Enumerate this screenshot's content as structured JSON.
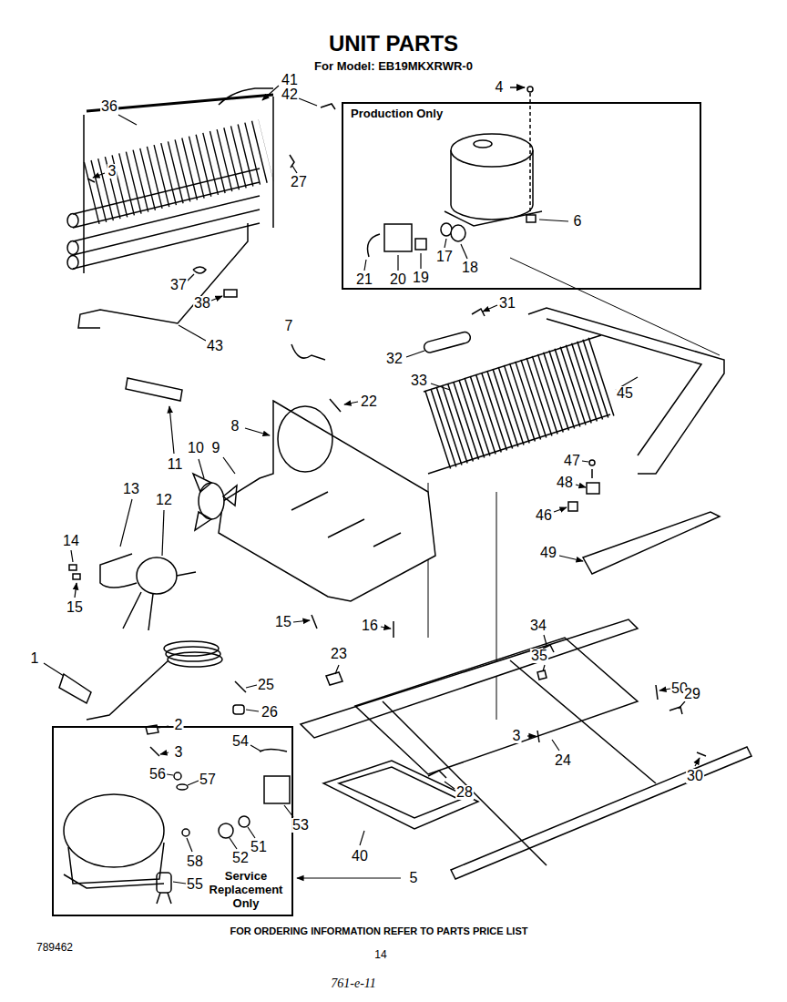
{
  "diagram": {
    "title": "UNIT PARTS",
    "nodes": [
      {
        "text": [
          "Production Only"
        ]
      },
      {
        "text": [
          "Service Replacement Only"
        ]
      }
    ],
    "labels": [
      "For Model: EB19MKXRWR-0",
      "36",
      "41",
      "42",
      "4",
      "3",
      "27",
      "6",
      "37",
      "38",
      "21",
      "20",
      "19",
      "17",
      "18",
      "31",
      "43",
      "7",
      "32",
      "33",
      "45",
      "22",
      "11",
      "8",
      "9",
      "10",
      "12",
      "13",
      "14",
      "15",
      "47",
      "48",
      "46",
      "49",
      "15",
      "16",
      "34",
      "35",
      "23",
      "25",
      "26",
      "1",
      "50",
      "29",
      "2",
      "3",
      "54",
      "3",
      "24",
      "56",
      "57",
      "28",
      "30",
      "53",
      "51",
      "58",
      "52",
      "40",
      "55",
      "5",
      "FOR ORDERING INFORMATION REFER TO PARTS PRICE LIST",
      "789462",
      "14",
      "761-e-11"
    ]
  }
}
